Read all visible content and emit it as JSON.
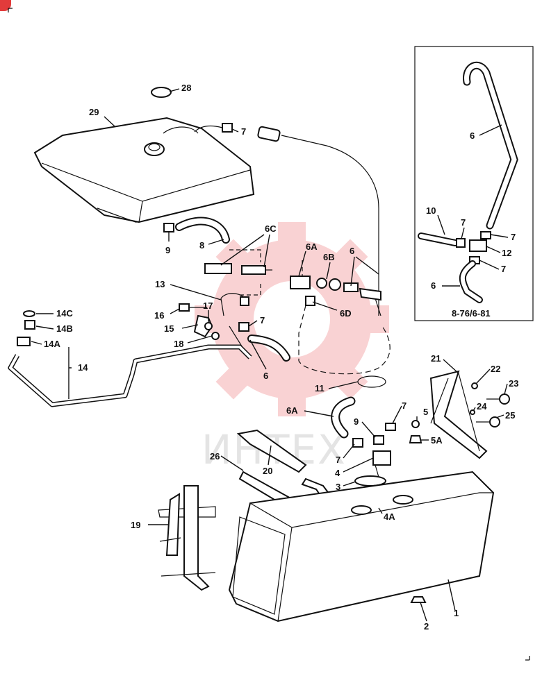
{
  "watermark": {
    "text": "ИНТЕХ",
    "color": "#e8383a"
  },
  "inset": {
    "caption": "8-76/6-81"
  },
  "callouts": [
    {
      "id": "c28",
      "text": "28"
    },
    {
      "id": "c29",
      "text": "29"
    },
    {
      "id": "c7a",
      "text": "7"
    },
    {
      "id": "c9a",
      "text": "9"
    },
    {
      "id": "c8",
      "text": "8"
    },
    {
      "id": "c6C",
      "text": "6C"
    },
    {
      "id": "c6A",
      "text": "6A"
    },
    {
      "id": "c6B",
      "text": "6B"
    },
    {
      "id": "c6a",
      "text": "6"
    },
    {
      "id": "c13",
      "text": "13"
    },
    {
      "id": "c6D",
      "text": "6D"
    },
    {
      "id": "c16",
      "text": "16"
    },
    {
      "id": "c17",
      "text": "17"
    },
    {
      "id": "c7b",
      "text": "7"
    },
    {
      "id": "c15",
      "text": "15"
    },
    {
      "id": "c18",
      "text": "18"
    },
    {
      "id": "c6b",
      "text": "6"
    },
    {
      "id": "c14C",
      "text": "14C"
    },
    {
      "id": "c14B",
      "text": "14B"
    },
    {
      "id": "c14A",
      "text": "14A"
    },
    {
      "id": "c14",
      "text": "14"
    },
    {
      "id": "c11",
      "text": "11"
    },
    {
      "id": "c6A2",
      "text": "6A"
    },
    {
      "id": "c21",
      "text": "21"
    },
    {
      "id": "c22",
      "text": "22"
    },
    {
      "id": "c23",
      "text": "23"
    },
    {
      "id": "c24",
      "text": "24"
    },
    {
      "id": "c25",
      "text": "25"
    },
    {
      "id": "c9b",
      "text": "9"
    },
    {
      "id": "c7c",
      "text": "7"
    },
    {
      "id": "c5",
      "text": "5"
    },
    {
      "id": "c5A",
      "text": "5A"
    },
    {
      "id": "c7d",
      "text": "7"
    },
    {
      "id": "c4",
      "text": "4"
    },
    {
      "id": "c26",
      "text": "26"
    },
    {
      "id": "c20",
      "text": "20"
    },
    {
      "id": "c3",
      "text": "3"
    },
    {
      "id": "c4A",
      "text": "4A"
    },
    {
      "id": "c19",
      "text": "19"
    },
    {
      "id": "c1",
      "text": "1"
    },
    {
      "id": "c2",
      "text": "2"
    },
    {
      "id": "i6a",
      "text": "6"
    },
    {
      "id": "i10",
      "text": "10"
    },
    {
      "id": "i7a",
      "text": "7"
    },
    {
      "id": "i7b",
      "text": "7"
    },
    {
      "id": "i12",
      "text": "12"
    },
    {
      "id": "i7c",
      "text": "7"
    },
    {
      "id": "i6b",
      "text": "6"
    }
  ]
}
